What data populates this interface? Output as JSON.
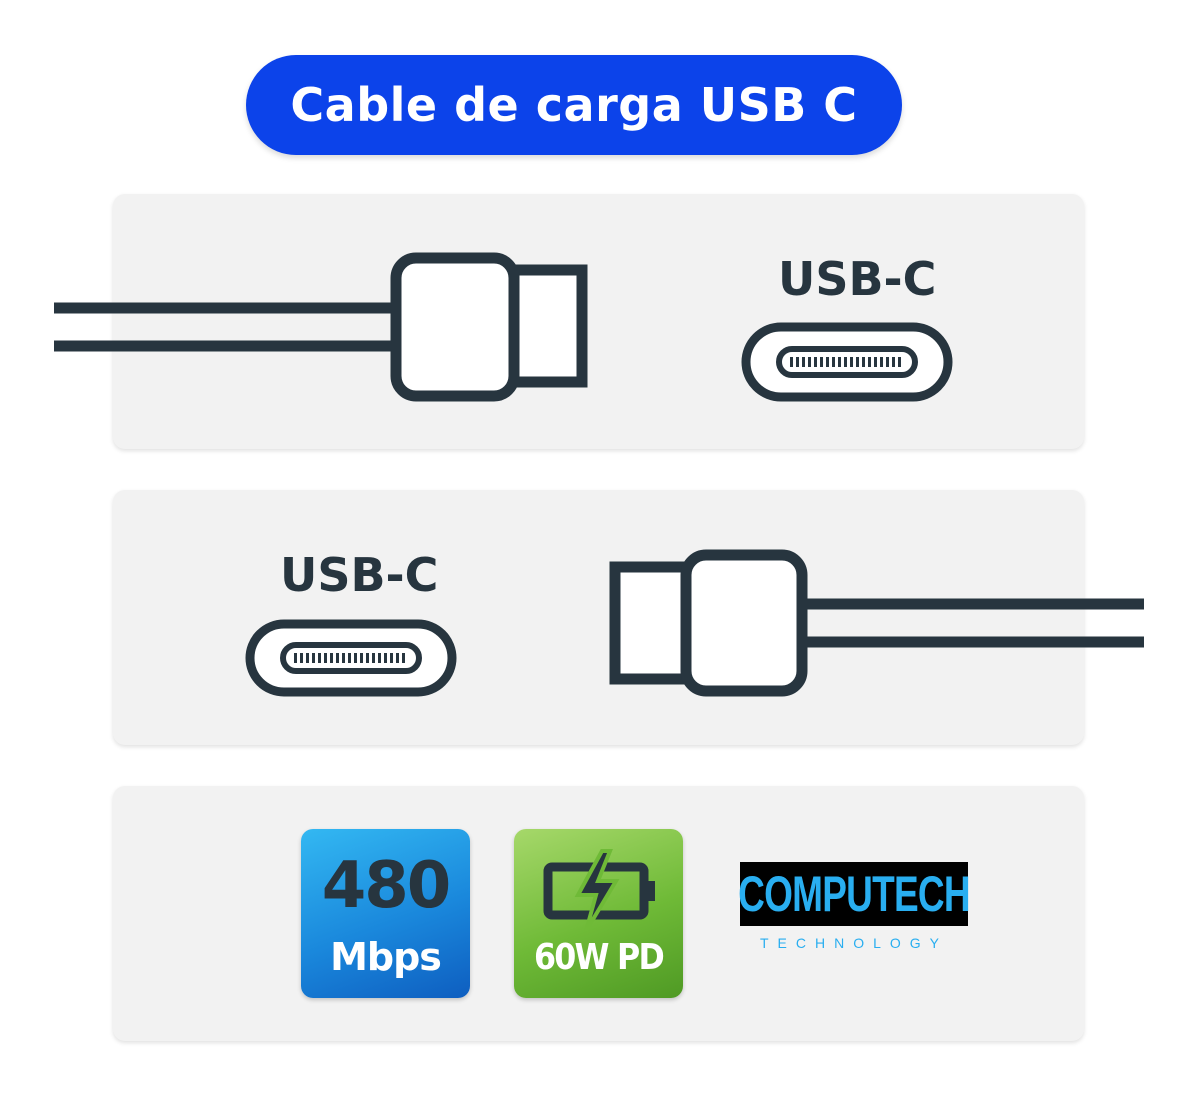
{
  "header": {
    "title": "Cable de carga USB C"
  },
  "panels": {
    "top": {
      "port_label": "USB-C",
      "icons": [
        "usb-c-plug-icon",
        "usb-c-port-icon"
      ]
    },
    "middle": {
      "port_label": "USB-C",
      "icons": [
        "usb-c-port-icon",
        "usb-c-plug-icon"
      ]
    }
  },
  "badges": {
    "speed": {
      "value": "480",
      "unit": "Mbps",
      "icon": "speed-badge"
    },
    "power": {
      "label": "60W PD",
      "icon": "battery-bolt-icon"
    }
  },
  "brand": {
    "name": "COMPUTECH",
    "tagline": "TECHNOLOGY"
  },
  "colors": {
    "title_background": "#0c43ea",
    "icon_stroke": "#27353f",
    "panel_background": "#f2f2f2",
    "speed_badge": "#1a88dc",
    "power_badge": "#6fba37",
    "brand_text": "#29aef0"
  }
}
